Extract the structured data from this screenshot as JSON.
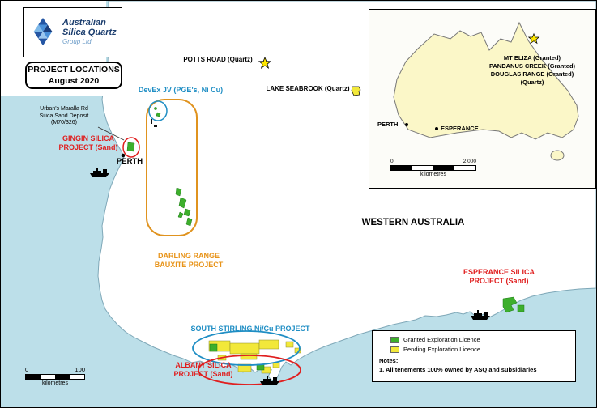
{
  "logo": {
    "name_line1": "Australian",
    "name_line2": "Silica Quartz",
    "name_line3": "Group Ltd"
  },
  "title_box": {
    "line1": "PROJECT LOCATIONS",
    "line2": "August 2020"
  },
  "labels": {
    "potts_road": "POTTS ROAD (Quartz)",
    "lake_seabrook": "LAKE SEABROOK (Quartz)",
    "devex_jv": "DevEx JV (PGE's, Ni Cu)",
    "urbans_line1": "Urban's Maralla Rd",
    "urbans_line2": "Silica Sand Deposit",
    "urbans_line3": "(M70/326)",
    "gingin_line1": "GINGIN SILICA",
    "gingin_line2": "PROJECT (Sand)",
    "perth": "PERTH",
    "darling_line1": "DARLING RANGE",
    "darling_line2": "BAUXITE PROJECT",
    "western_australia": "WESTERN AUSTRALIA",
    "esperance_line1": "ESPERANCE SILICA",
    "esperance_line2": "PROJECT (Sand)",
    "south_stirling": "SOUTH STIRLING Ni/Cu PROJECT",
    "albany_line1": "ALBANY SILICA",
    "albany_line2": "PROJECT (Sand)"
  },
  "inset": {
    "note_line1": "MT ELIZA (Granted)",
    "note_line2": "PANDANUS CREEK (Granted)",
    "note_line3": "DOUGLAS RANGE (Granted)",
    "note_line4": "(Quartz)",
    "perth": "PERTH",
    "esperance": "ESPERANCE",
    "scale_zero": "0",
    "scale_max": "2,000",
    "scale_unit": "kilometres"
  },
  "legend": {
    "items": [
      {
        "label": "Granted Exploration Licence",
        "color": "#3daf2c"
      },
      {
        "label": "Pending Exploration Licence",
        "color": "#f2e83a"
      }
    ],
    "notes_title": "Notes:",
    "note1": "1. All tenements 100% owned by ASQ and subsidiaries"
  },
  "scalebar": {
    "zero": "0",
    "max": "100",
    "unit": "kilometres"
  },
  "colors": {
    "ocean": "#bcdfe9",
    "land": "#ffffff",
    "granted_green": "#3daf2c",
    "pending_yellow": "#f2e83a",
    "devex_outline": "#e0931f",
    "project_blue": "#1f8ec4",
    "project_red": "#e01f1f",
    "project_orange": "#e8941a",
    "star_yellow": "#ffe800",
    "inset_land": "#fbf7c8"
  }
}
